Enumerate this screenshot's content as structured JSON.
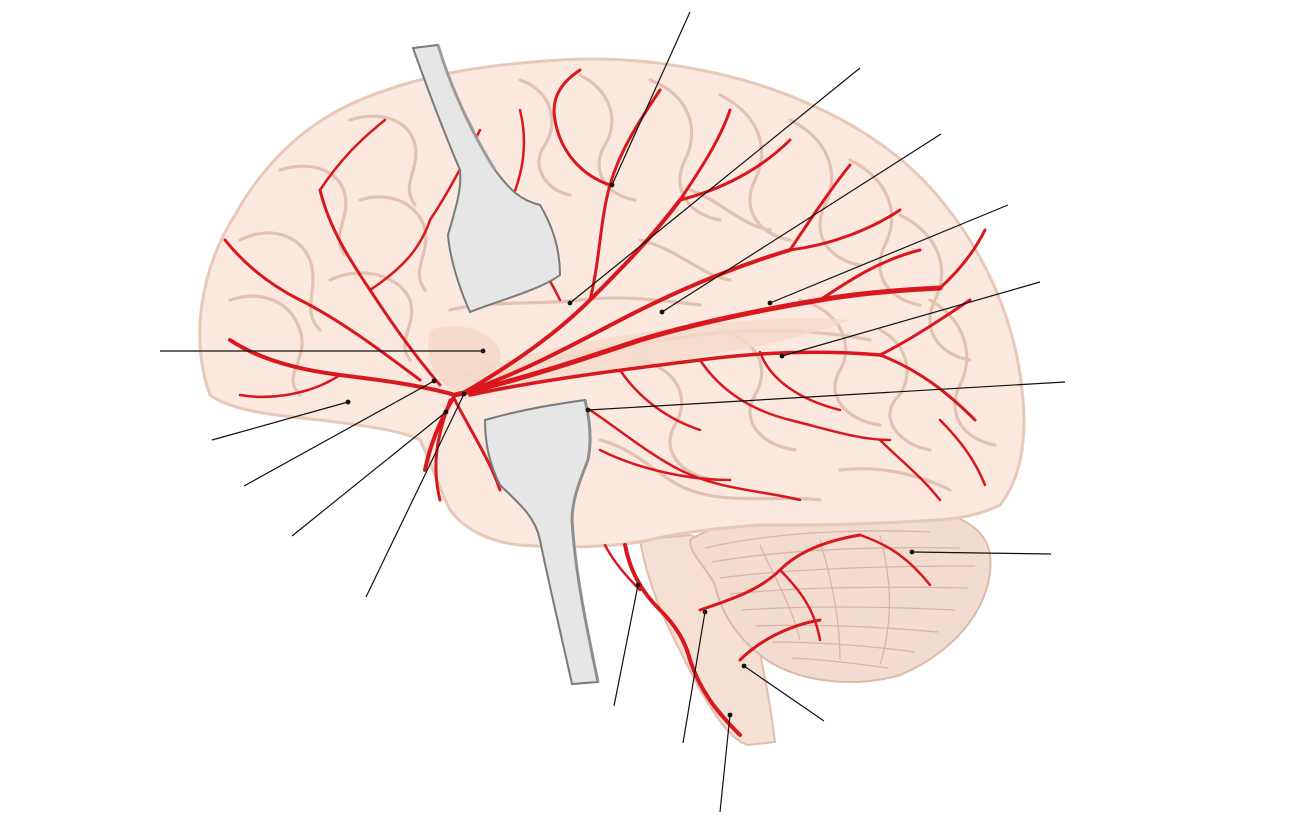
{
  "figure": {
    "colors": {
      "background": "#ffffff",
      "cortex_fill": "#fbe9df",
      "cortex_outline": "#e8c9b8",
      "cerebellum_fill": "#f2dccf",
      "artery": "#d8181e",
      "retractor_fill": "#e6e6e6",
      "retractor_edge": "#7a7a7a",
      "leader_line": "#111111"
    },
    "icons": {
      "brain": "brain-lateral-illustration",
      "retractor": "brain-retractor-spatula"
    },
    "labels": [
      {
        "id": "top-1",
        "text": ""
      },
      {
        "id": "top-2",
        "text": ""
      },
      {
        "id": "top-3",
        "text": ""
      },
      {
        "id": "right-1",
        "text": ""
      },
      {
        "id": "right-2",
        "text": ""
      },
      {
        "id": "right-3",
        "text": ""
      },
      {
        "id": "right-cerebellum",
        "text": ""
      },
      {
        "id": "left-1",
        "text": ""
      },
      {
        "id": "left-2",
        "text": ""
      },
      {
        "id": "left-3",
        "text": ""
      },
      {
        "id": "left-4",
        "text": ""
      },
      {
        "id": "left-5",
        "text": ""
      },
      {
        "id": "bottom-1",
        "text": ""
      },
      {
        "id": "bottom-2",
        "text": ""
      },
      {
        "id": "bottom-3",
        "text": ""
      },
      {
        "id": "bottom-4",
        "text": ""
      }
    ]
  }
}
